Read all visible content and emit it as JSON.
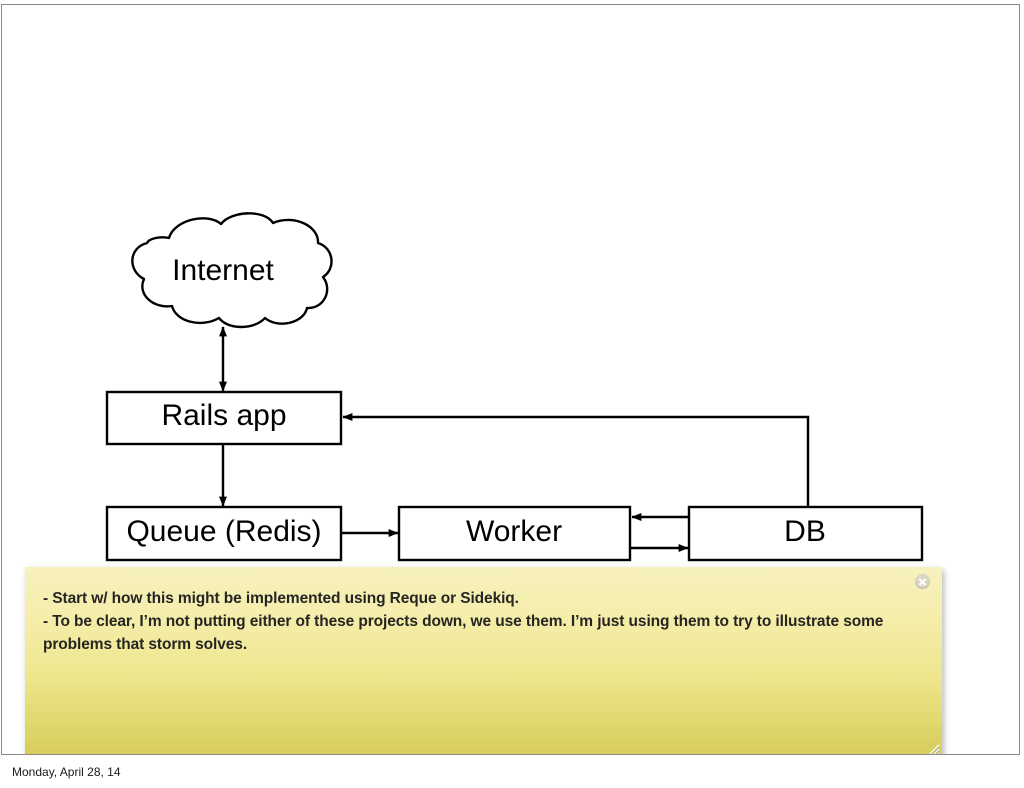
{
  "slide": {
    "diagram": {
      "nodes": [
        {
          "id": "internet",
          "label": "Internet",
          "shape": "cloud"
        },
        {
          "id": "rails",
          "label": "Rails app",
          "shape": "rect"
        },
        {
          "id": "queue",
          "label": "Queue (Redis)",
          "shape": "rect"
        },
        {
          "id": "worker",
          "label": "Worker",
          "shape": "rect"
        },
        {
          "id": "db",
          "label": "DB",
          "shape": "rect"
        }
      ],
      "edges": [
        {
          "from": "internet",
          "to": "rails",
          "arrow": "both"
        },
        {
          "from": "rails",
          "to": "queue",
          "arrow": "to"
        },
        {
          "from": "queue",
          "to": "worker",
          "arrow": "to"
        },
        {
          "from": "db",
          "to": "worker",
          "arrow": "to"
        },
        {
          "from": "worker",
          "to": "db",
          "arrow": "to"
        },
        {
          "from": "db",
          "to": "rails",
          "arrow": "to"
        }
      ],
      "stroke_color": "#000000",
      "fill_color": "#ffffff"
    }
  },
  "note": {
    "lines": [
      "- Start w/ how this might be implemented using Reque or Sidekiq.",
      "- To be clear, I’m not putting either of these projects down, we use them. I’m just using them to try to illustrate some problems that storm solves."
    ],
    "close_label": "×",
    "background_top": "#f7f1bf",
    "background_bottom": "#d5cb5a"
  },
  "footer": {
    "date": "Monday, April 28, 14"
  }
}
